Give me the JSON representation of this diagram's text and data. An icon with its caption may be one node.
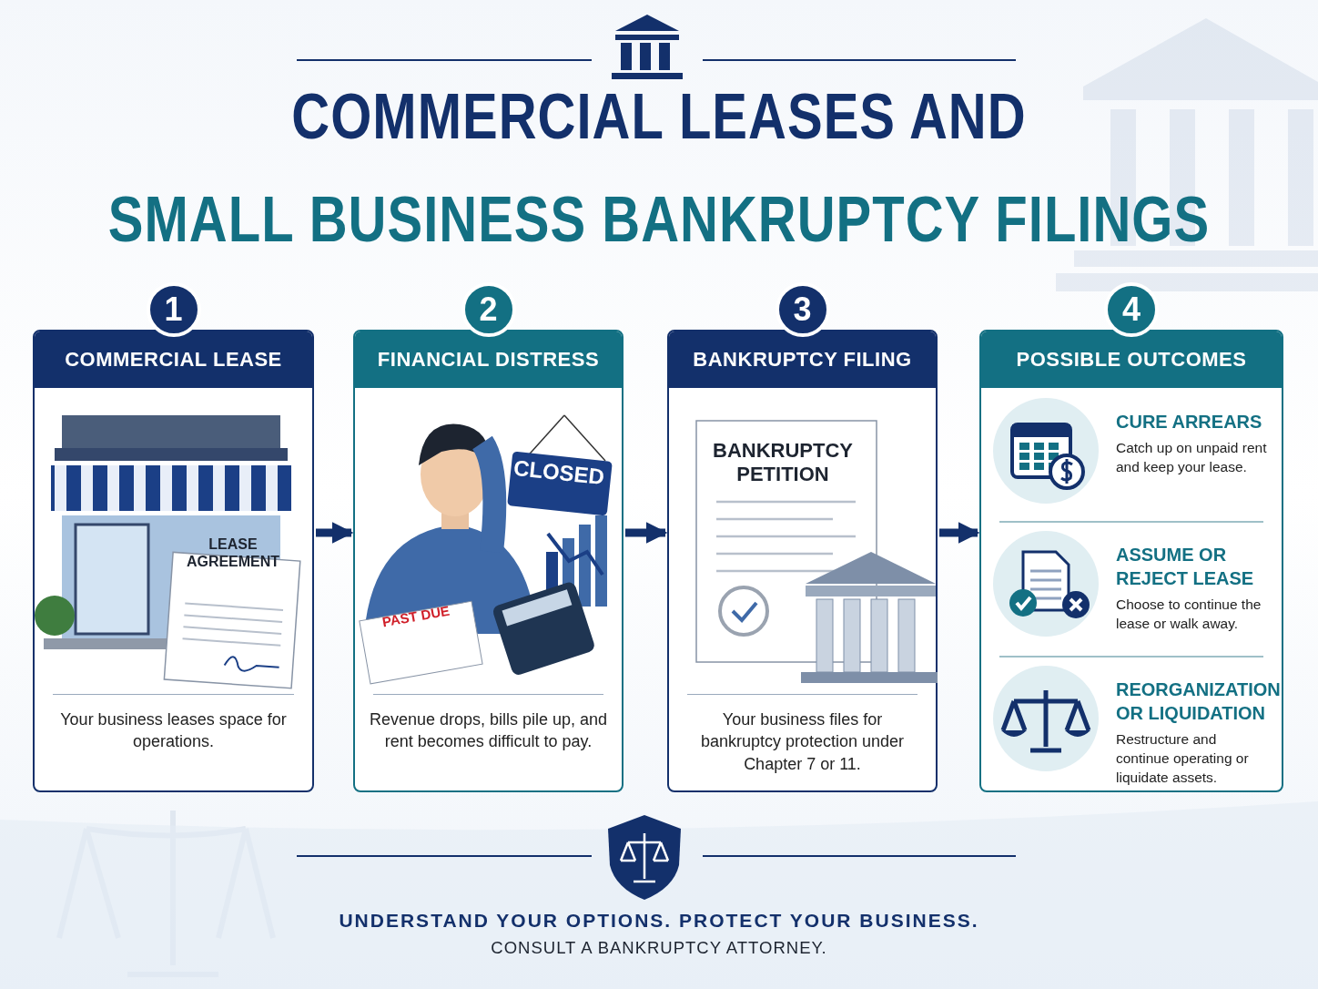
{
  "diagram": {
    "title": "COMMERCIAL LEASES AND SMALL BUSINESS BANKRUPTCY FILINGS",
    "nodes": [
      {
        "text": [
          "COMMERCIAL LEASE",
          "Your business leases space for operations."
        ],
        "beside": [
          "1"
        ]
      },
      {
        "text": [
          "FINANCIAL DISTRESS",
          "Revenue drops, bills pile up, and rent becomes difficult to pay."
        ],
        "beside": [
          "2"
        ]
      },
      {
        "text": [
          "BANKRUPTCY FILING",
          "Your business files for bankruptcy protection under Chapter 7 or 11."
        ],
        "beside": [
          "3"
        ]
      },
      {
        "text": [
          "POSSIBLE OUTCOMES"
        ],
        "beside": [
          "4"
        ]
      },
      {
        "text": [
          "CURE ARREARS",
          "Catch up on unpaid rent and keep your lease."
        ],
        "in": 3
      },
      {
        "text": [
          "ASSUME OR REJECT LEASE",
          "Choose to continue the lease or walk away."
        ],
        "in": 3
      },
      {
        "text": [
          "REORGANIZATION OR LIQUIDATION",
          "Restructure and continue operating or liquidate assets."
        ],
        "in": 3
      }
    ],
    "edges": [
      {
        "from": 0,
        "to": 1,
        "arrow": "to"
      },
      {
        "from": 1,
        "to": 2,
        "arrow": "to"
      },
      {
        "from": 2,
        "to": 3,
        "arrow": "to"
      }
    ],
    "labels": [
      "LEASE AGREEMENT",
      "CLOSED",
      "PAST DUE",
      "BANKRUPTCY PETITION",
      "UNDERSTAND YOUR OPTIONS. PROTECT YOUR BUSINESS.",
      "CONSULT A BANKRUPTCY ATTORNEY."
    ]
  }
}
